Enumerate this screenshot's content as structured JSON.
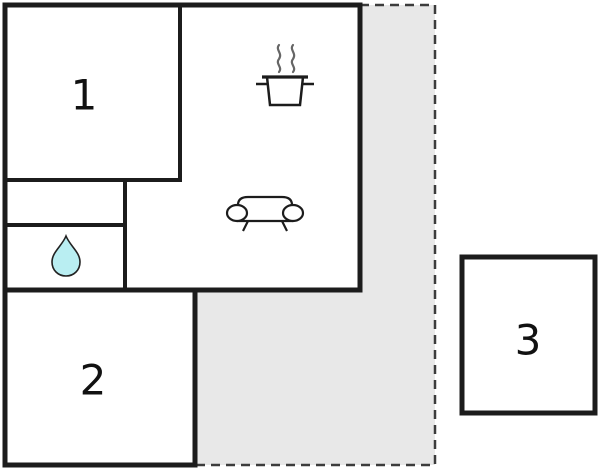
{
  "floorplan": {
    "type": "floor-plan",
    "rooms": [
      {
        "id": "room-1",
        "label": "1"
      },
      {
        "id": "room-2",
        "label": "2"
      },
      {
        "id": "room-3",
        "label": "3"
      }
    ],
    "areas": {
      "terrace": "terrace-area",
      "bathroom": "bathroom-area",
      "living_kitchen": "living-kitchen-area"
    },
    "icons": [
      {
        "name": "cooking-pot-icon",
        "meaning": "kitchen / stove"
      },
      {
        "name": "sofa-icon",
        "meaning": "living room"
      },
      {
        "name": "water-drop-icon",
        "meaning": "bathroom / water"
      }
    ],
    "colors": {
      "wall": "#1c1c1c",
      "room_fill": "#ffffff",
      "terrace_fill": "#e8e8e8",
      "terrace_border": "#3c3c3c",
      "water_drop_fill": "#b9eef2",
      "water_drop_stroke": "#222222",
      "steam": "#666666"
    }
  }
}
